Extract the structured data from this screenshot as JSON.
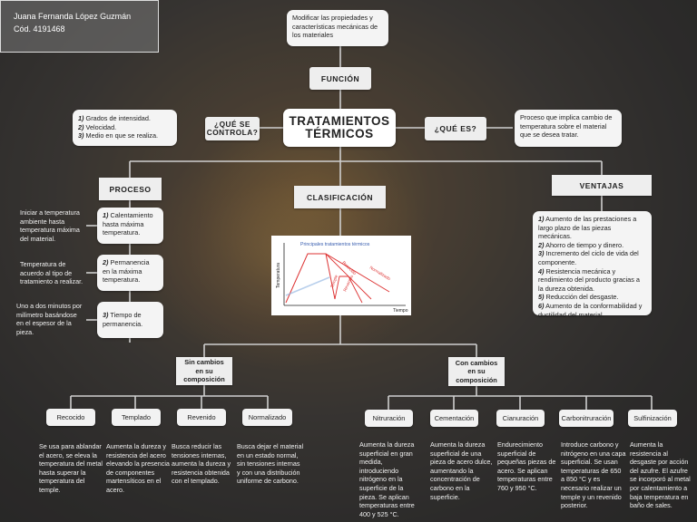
{
  "author": {
    "name": "Juana Fernanda López Guzmán",
    "code": "Cód. 4191468"
  },
  "title": {
    "line1": "TRATAMIENTOS",
    "line2": "TÉRMICOS"
  },
  "funcion": {
    "label": "FUNCIÓN",
    "text": "Modificar las propiedades y características mecánicas de los materiales"
  },
  "controla": {
    "label_line1": "¿QUÉ SE",
    "label_line2": "CONTROLA?",
    "items": [
      {
        "n": "1)",
        "t": "Grados de intensidad."
      },
      {
        "n": "2)",
        "t": "Velocidad."
      },
      {
        "n": "3)",
        "t": "Medio en que se realiza."
      }
    ]
  },
  "que_es": {
    "label": "¿QUÉ ES?",
    "text": "Proceso que implica cambio de temperatura sobre el material que se desea tratar."
  },
  "proceso": {
    "label": "PROCESO",
    "steps": [
      {
        "n": "1)",
        "t": "Calentamiento hasta máxima temperatura.",
        "note": "Iniciar a temperatura ambiente hasta temperatura máxima del material."
      },
      {
        "n": "2)",
        "t": "Permanencia en la máxima temperatura.",
        "note": "Temperatura de acuerdo al tipo de tratamiento a realizar."
      },
      {
        "n": "3)",
        "t": "Tiempo de permanencia.",
        "note": "Uno a dos minutos por milímetro basándose en el espesor de la pieza."
      }
    ]
  },
  "clasificacion": {
    "label": "CLASIFICACIÓN"
  },
  "chart": {
    "title": "Principales tratamientos térmicos",
    "ylabel": "Temperatura",
    "xlabel": "Tiempo",
    "curves": [
      "Temple",
      "Revenido",
      "Recocido",
      "Normalizado"
    ]
  },
  "ventajas": {
    "label": "VENTAJAS",
    "items": [
      {
        "n": "1)",
        "t": "Aumento de las prestaciones a largo plazo de las piezas mecánicas."
      },
      {
        "n": "2)",
        "t": "Ahorro de tiempo y dinero."
      },
      {
        "n": "3)",
        "t": "Incremento del ciclo de vida del componente."
      },
      {
        "n": "4)",
        "t": "Resistencia mecánica y rendimiento del producto gracias a la dureza obtenida."
      },
      {
        "n": "5)",
        "t": "Reducción del desgaste."
      },
      {
        "n": "6)",
        "t": "Aumento de la conformabilidad y ductilidad del material."
      }
    ]
  },
  "sin_cambios": {
    "label": "Sin cambios en su composición",
    "items": [
      {
        "name": "Recocido",
        "desc": "Se usa para ablandar el acero, se eleva la temperatura del metal hasta superar la temperatura del temple."
      },
      {
        "name": "Templado",
        "desc": "Aumenta la dureza y resistencia del acero elevando la presencia de componentes martensíticos en el acero."
      },
      {
        "name": "Revenido",
        "desc": "Busca reducir las tensiones internas, aumenta la dureza y resistencia obtenida con el templado."
      },
      {
        "name": "Normalizado",
        "desc": "Busca dejar el material en un estado normal, sin tensiones internas y con una distribución uniforme de carbono."
      }
    ]
  },
  "con_cambios": {
    "label": "Con cambios en su composición",
    "items": [
      {
        "name": "Nitruración",
        "desc": "Aumenta la dureza superficial en gran medida, introduciendo nitrógeno en la superficie de la pieza. Se aplican temperaturas entre 400 y 525 °C."
      },
      {
        "name": "Cementación",
        "desc": "Aumenta la dureza superficial de una pieza de acero dulce, aumentando la concentración de carbono en la superficie."
      },
      {
        "name": "Cianuración",
        "desc": "Endurecimiento superficial de pequeñas piezas de acero. Se aplican temperaturas entre 760 y 950 °C."
      },
      {
        "name": "Carbonitruración",
        "desc": "Introduce carbono y nitrógeno en una capa superficial. Se usan temperaturas de 650 a 850 °C y es necesario realizar un temple y un revenido posterior."
      },
      {
        "name": "Sulfinización",
        "desc": "Aumenta la resistencia al desgaste por acción del azufre. El azufre se incorporó al metal por calentamiento a baja temperatura en baño de sales."
      }
    ]
  }
}
